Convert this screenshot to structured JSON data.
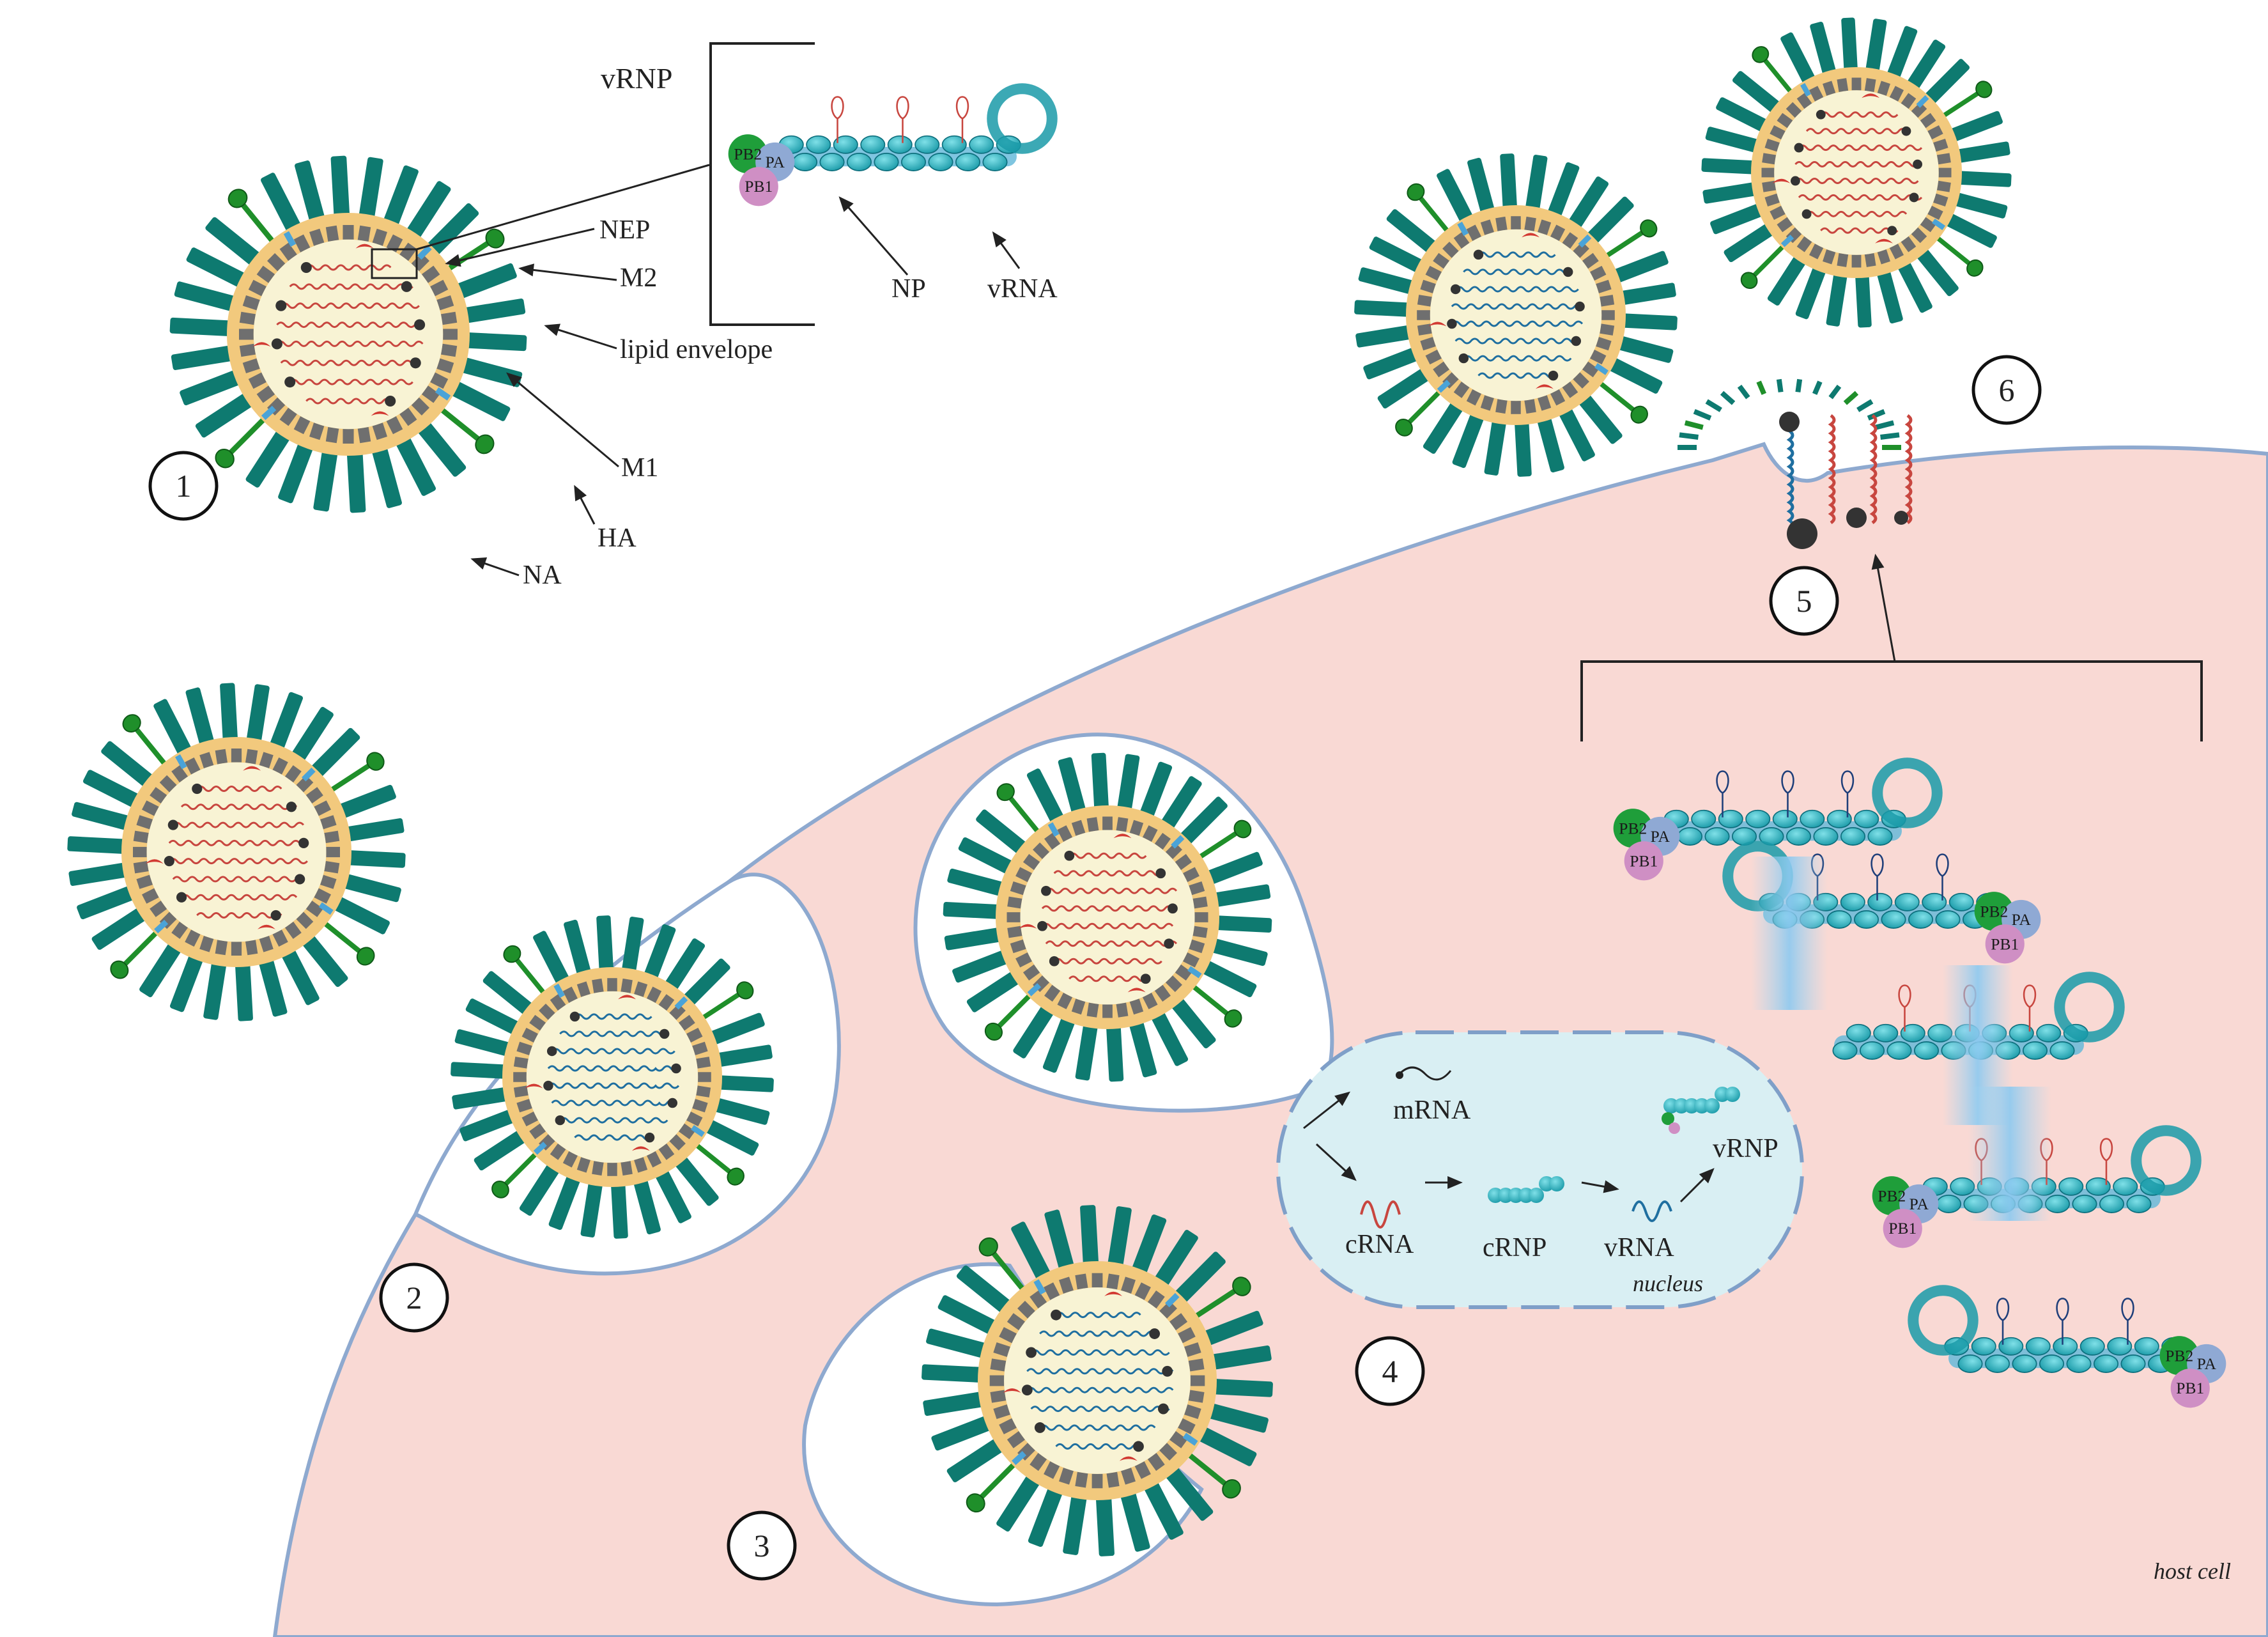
{
  "labels": {
    "vrnp_top": "vRNP",
    "pb2": "PB2",
    "pa": "PA",
    "pb1": "PB1",
    "np": "NP",
    "vrna_top": "vRNA",
    "nep": "NEP",
    "m2": "M2",
    "lipid": "lipid envelope",
    "m1": "M1",
    "ha": "HA",
    "na": "NA"
  },
  "steps": [
    "1",
    "2",
    "3",
    "4",
    "5",
    "6"
  ],
  "nucleus": {
    "mrna": "mRNA",
    "crna": "cRNA",
    "crnp": "cRNP",
    "vrna": "vRNA",
    "vrnp": "vRNP",
    "title": "nucleus"
  },
  "cell_label": "host cell",
  "colors": {
    "spike": "#0e7a70",
    "na": "#1f8f2a",
    "lipid": "#f2c97d",
    "matrix": "#6f6f6f",
    "core": "#f8f3d4",
    "cell": "#f9d9d4",
    "cell_border": "#8ea9cf",
    "nucleus_fill": "#d9eff3",
    "vrna_red": "#c8463f",
    "vrna_blue": "#1f6fa0",
    "np_cyan": "#2aa9b6",
    "pb2_green": "#1f9e3a",
    "pa_blue": "#8fa9d4",
    "pb1_pink": "#cf8fc4"
  }
}
